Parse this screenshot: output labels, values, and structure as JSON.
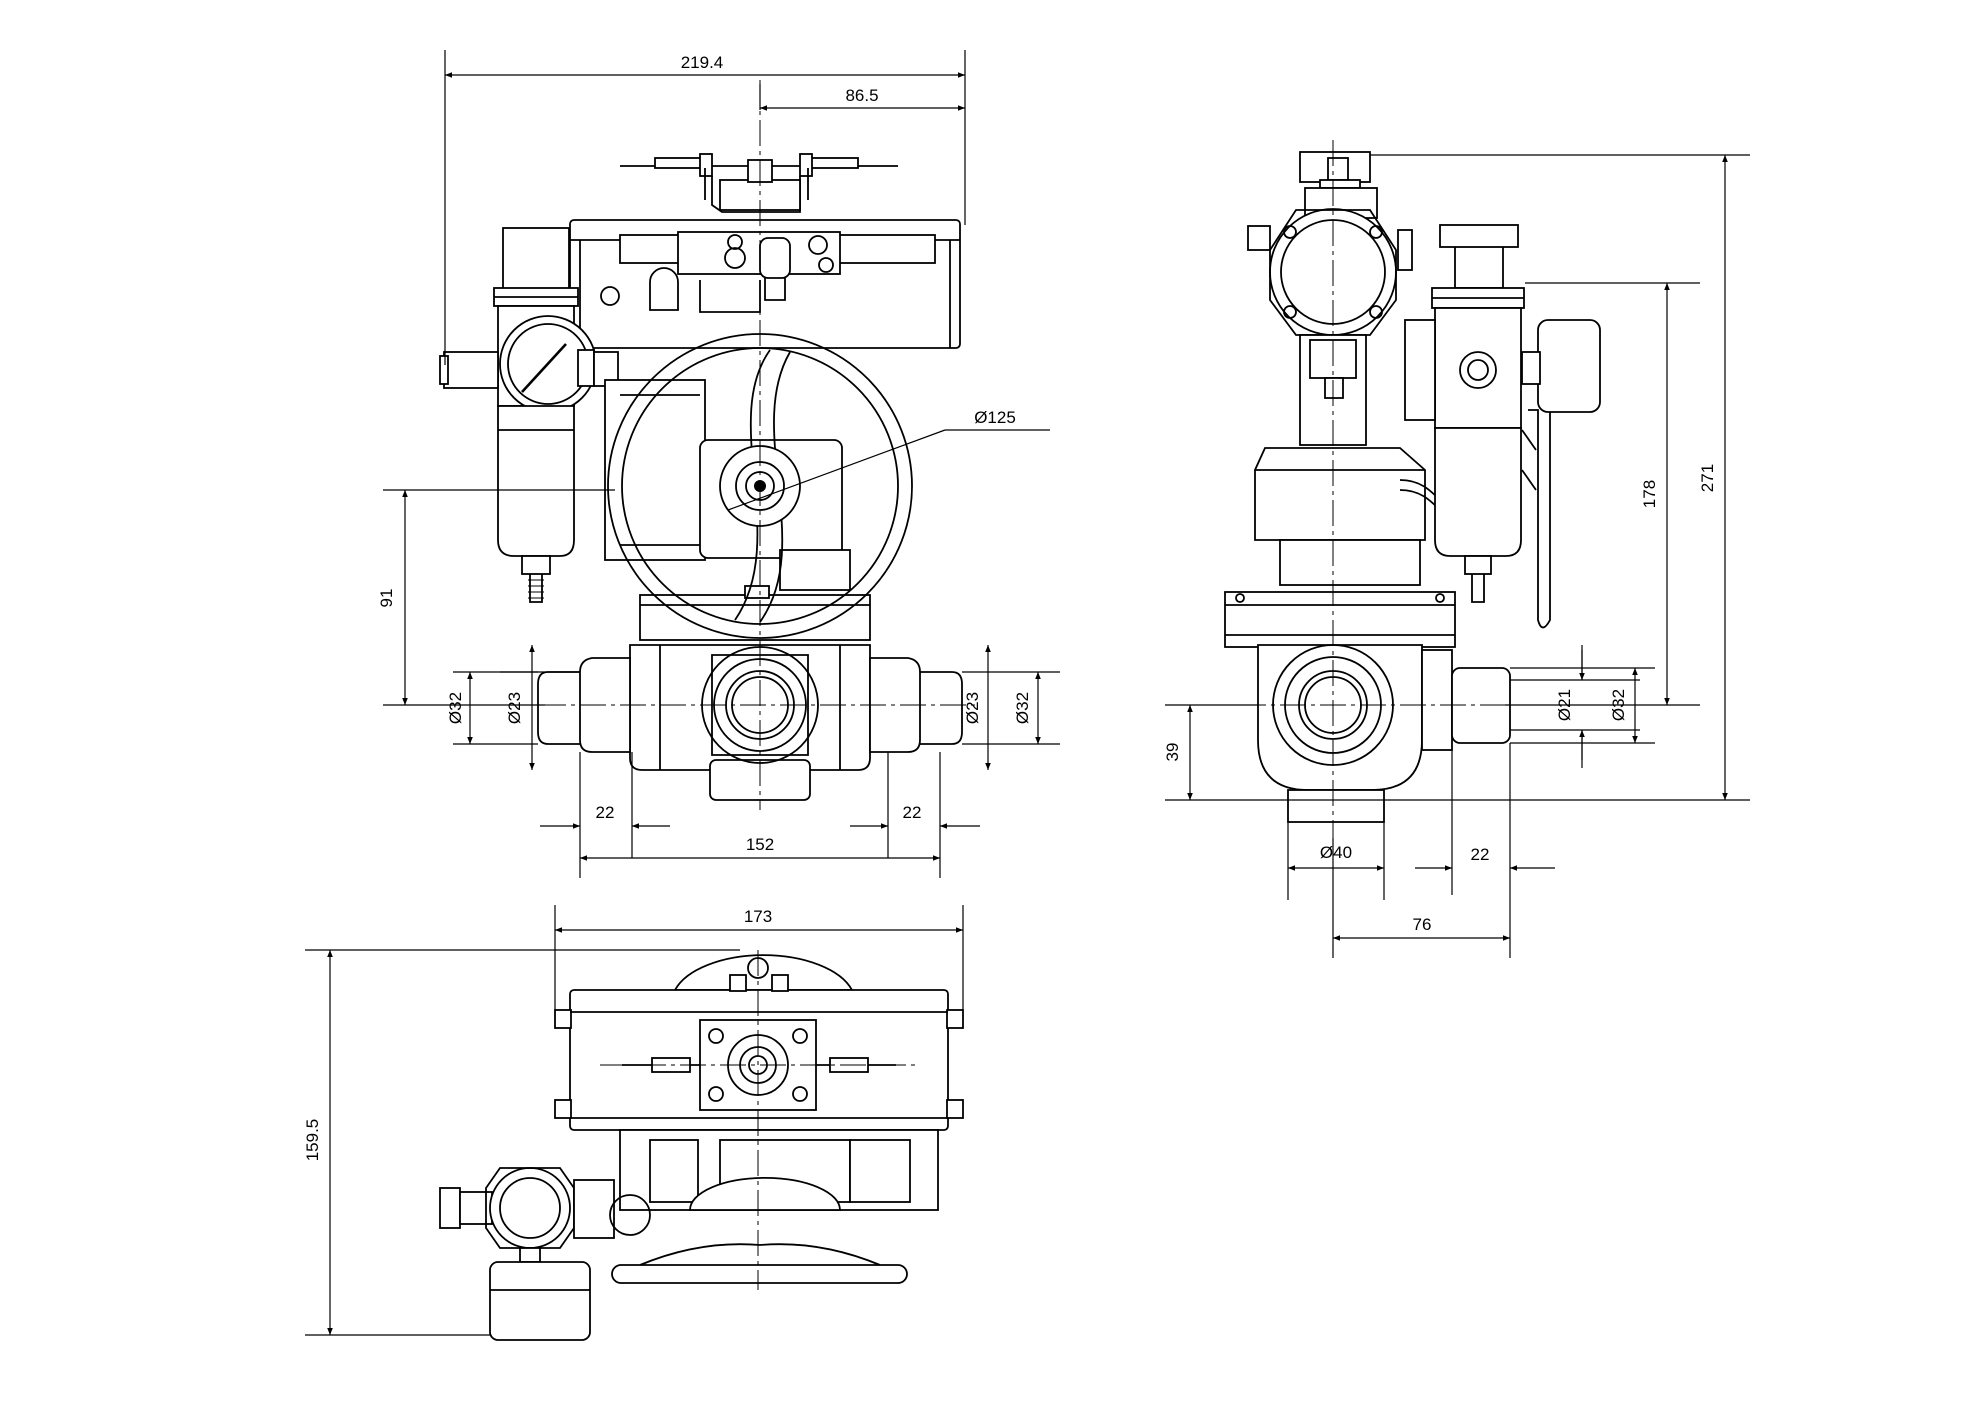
{
  "dimensions": {
    "front_overall_width": "219.4",
    "front_center_to_right": "86.5",
    "handwheel_diameter": "Ø125",
    "front_height_axis": "91",
    "front_left_pipe_outer": "Ø32",
    "front_left_pipe_inner": "Ø23",
    "front_right_pipe_inner": "Ø23",
    "front_right_pipe_outer": "Ø32",
    "front_left_thread_length": "22",
    "front_right_thread_length": "22",
    "front_face_to_face": "152",
    "side_overall_height": "271",
    "side_axis_to_top": "178",
    "side_axis_to_bottom": "39",
    "side_port_inner": "Ø21",
    "side_port_outer": "Ø32",
    "side_bottom_port": "Ø40",
    "side_thread_length": "22",
    "side_center_to_port": "76",
    "top_width": "173",
    "top_depth": "159.5"
  }
}
